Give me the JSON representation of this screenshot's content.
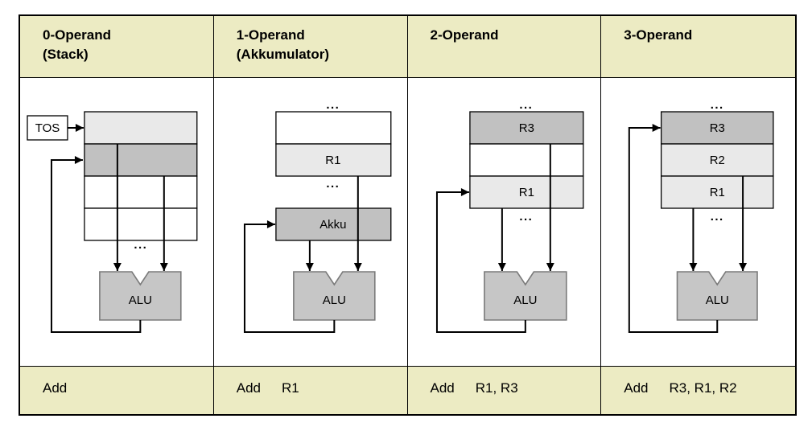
{
  "colors": {
    "band_background": "#ecebc3",
    "cell_light": "#e9e9e9",
    "cell_dark": "#c1c1c1",
    "alu_fill": "#c6c6c6",
    "alu_border": "#7a7a7a",
    "line": "#000000"
  },
  "ellipsis": "...",
  "columns": [
    {
      "header_line1": "0-Operand",
      "header_line2": "(Stack)",
      "tos_label": "TOS",
      "cells": [
        "",
        "",
        "",
        ""
      ],
      "alu_label": "ALU",
      "instruction_mnemonic": "Add",
      "instruction_operands": ""
    },
    {
      "header_line1": "1-Operand",
      "header_line2": "(Akkumulator)",
      "cells": [
        "",
        "R1"
      ],
      "akku_label": "Akku",
      "alu_label": "ALU",
      "instruction_mnemonic": "Add",
      "instruction_operands": "R1"
    },
    {
      "header_line1": "2-Operand",
      "header_line2": "",
      "cells": [
        "R3",
        "",
        "R1"
      ],
      "alu_label": "ALU",
      "instruction_mnemonic": "Add",
      "instruction_operands": "R1, R3"
    },
    {
      "header_line1": "3-Operand",
      "header_line2": "",
      "cells": [
        "R3",
        "R2",
        "R1"
      ],
      "alu_label": "ALU",
      "instruction_mnemonic": "Add",
      "instruction_operands": "R3, R1, R2"
    }
  ]
}
